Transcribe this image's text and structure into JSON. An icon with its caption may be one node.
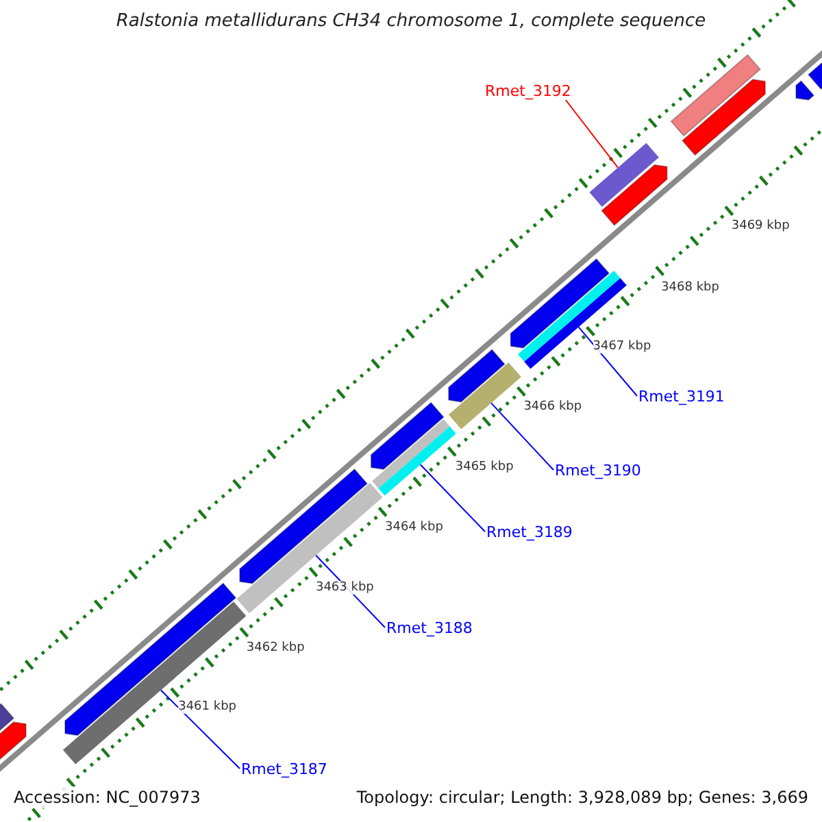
{
  "diagram": {
    "title": "Ralstonia metallidurans CH34 chromosome 1, complete sequence",
    "nodes": [
      {
        "text": [
          "Rmet_3192"
        ]
      },
      {
        "text": [],
        "shape": "bar"
      },
      {
        "text": [
          "Rmet_3191"
        ]
      },
      {
        "text": [],
        "shape": "bar"
      },
      {
        "text": [
          "Rmet_3190"
        ]
      },
      {
        "text": [],
        "shape": "bar"
      },
      {
        "text": [
          "Rmet_3189"
        ]
      },
      {
        "text": [],
        "shape": "bar"
      },
      {
        "text": [
          "Rmet_3188"
        ]
      },
      {
        "text": [],
        "shape": "bar"
      },
      {
        "text": [
          "Rmet_3187"
        ]
      },
      {
        "text": [],
        "shape": "bar"
      }
    ],
    "edges": [
      {
        "from": 0,
        "to": 1,
        "arrow": "none",
        "color": "#ff0000"
      },
      {
        "from": 2,
        "to": 3,
        "arrow": "none"
      },
      {
        "from": 4,
        "to": 5,
        "arrow": "none"
      },
      {
        "from": 6,
        "to": 7,
        "arrow": "none"
      },
      {
        "from": 8,
        "to": 9,
        "arrow": "none"
      },
      {
        "from": 10,
        "to": 11,
        "arrow": "none"
      }
    ],
    "labels": [
      "3469 kbp",
      "3468 kbp",
      "3467 kbp",
      "3466 kbp",
      "3465 kbp",
      "3464 kbp",
      "3463 kbp",
      "3462 kbp",
      "3461 kbp",
      "Accession: NC_007973",
      "Topology: circular; Length: 3,928,089 bp; Genes: 3,669"
    ]
  }
}
